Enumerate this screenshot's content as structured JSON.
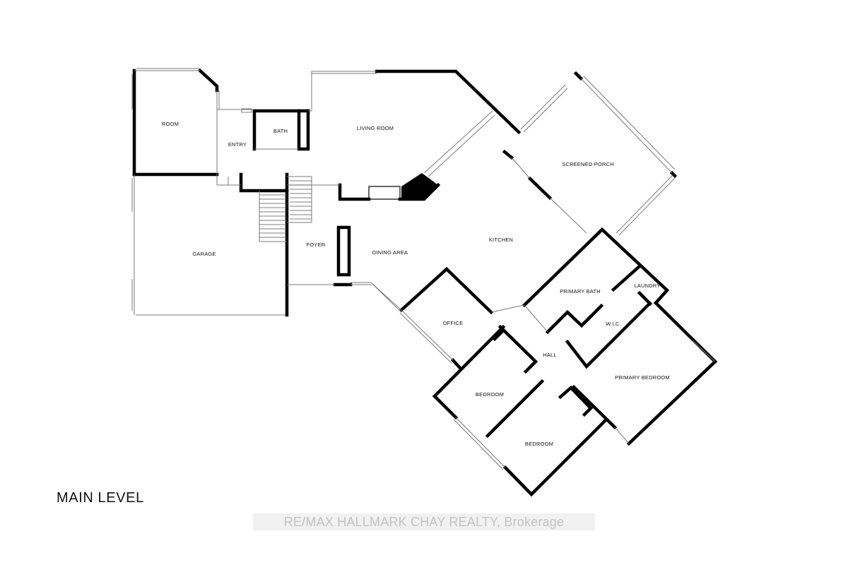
{
  "level_title": "MAIN LEVEL",
  "watermark": "RE/MAX HALLMARK CHAY REALTY, Brokerage",
  "rooms": {
    "room": "ROOM",
    "entry": "ENTRY",
    "bath": "BATH",
    "living_room": "LIVING ROOM",
    "screened_porch": "SCREENED PORCH",
    "garage": "GARAGE",
    "foyer": "FOYER",
    "dining_area": "DINING AREA",
    "kitchen": "KITCHEN",
    "primary_bath": "PRIMARY BATH",
    "laundry": "LAUNDRY",
    "wic": "W.I.C.",
    "office": "OFFICE",
    "hall": "HALL",
    "primary_bedroom": "PRIMARY BEDROOM",
    "bedroom_1": "BEDROOM",
    "bedroom_2": "BEDROOM"
  },
  "colors": {
    "wall": "#000000",
    "window": "#9a9a9a",
    "watermark_bg": "#f1f1f1",
    "watermark_text": "#c3c3c3"
  }
}
